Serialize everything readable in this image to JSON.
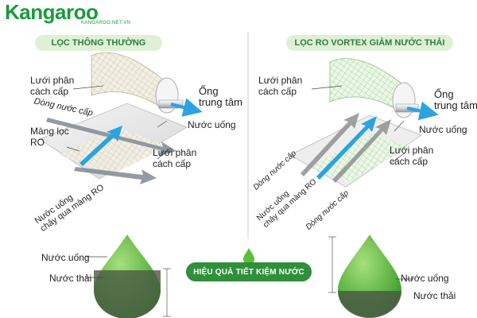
{
  "brand": {
    "logo_text": "Kangaroo",
    "logo_url": "KANGAROO.NET.VN"
  },
  "left_panel": {
    "title": "LỌC THÔNG THƯỜNG",
    "labels": {
      "mesh_top": "Lưới phân\ncách cấp",
      "feed_flow": "Dòng nước cấp",
      "ro_membrane": "Màng lọc\nRO",
      "center_tube": "Ống\ntrung tâm",
      "drinking_water": "Nước uống",
      "mesh_bottom": "Lưới phân\ncách cấp",
      "through_ro": "Nước uống\nchảy qua màng RO"
    }
  },
  "right_panel": {
    "title": "LỌC RO VORTEX GIẢM NƯỚC THẢI",
    "labels": {
      "mesh_top": "Lưới phân\ncách cấp",
      "center_tube": "Ống\ntrung tâm",
      "drinking_water": "Nước uống",
      "mesh_bottom": "Lưới phân\ncách cấp",
      "feed_flow_1": "Dòng nước cấp",
      "through_ro": "Nước uống\nchảy qua màng RO",
      "feed_flow_2": "Dòng nước cấp"
    }
  },
  "bottom": {
    "banner": "HIỆU QUẢ TIẾT KIỆM NƯỚC",
    "left_drop": {
      "drinking": "Nước uống",
      "waste": "Nước thải"
    },
    "right_drop": {
      "drinking": "Nước uống",
      "waste": "Nước thải"
    }
  },
  "colors": {
    "brand_green": "#1a9a3c",
    "pill_bg": "#dff0d6",
    "banner_bg": "#2f8f3a",
    "arrow_blue": "#2aa3e0",
    "arrow_grey": "#8a8a8a",
    "drop_green": "#5cbf3a",
    "drop_dark": "#4a5a44"
  }
}
